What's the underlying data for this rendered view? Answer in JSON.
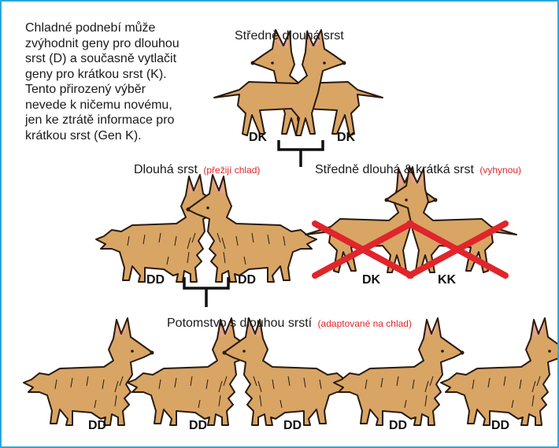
{
  "intro_lines": [
    "Chladné podnebí může",
    "zvýhodnit geny pro dlouhou",
    "srst (D) a současně vytlačit",
    "geny pro krátkou srst (K).",
    "Tento přirozený výběr",
    "nevede k ničemu novému,",
    "jen ke ztrátě informace pro",
    "krátkou srst (Gen K)."
  ],
  "colors": {
    "border": "#29a8e0",
    "note": "#e0252b",
    "dog_fill": "#d8a565",
    "dog_outline": "#2a1a0e",
    "cross": "#e0252b"
  },
  "parents": {
    "title": "Středně dlouhá srst",
    "genes": [
      "DK",
      "DK"
    ]
  },
  "generation_2": {
    "long": {
      "title": "Dlouhá srst",
      "note": "(přežijí chlad)",
      "genes": [
        "DD",
        "DD"
      ]
    },
    "short": {
      "title": "Středně dlouhá & krátká srst",
      "note": "(vyhynou)",
      "genes": [
        "DK",
        "KK"
      ]
    }
  },
  "offspring": {
    "title": "Potomstvo s dlouhou srstí",
    "note": "(adaptované na chlad)",
    "genes": [
      "DD",
      "DD",
      "DD",
      "DD",
      "DD"
    ]
  }
}
